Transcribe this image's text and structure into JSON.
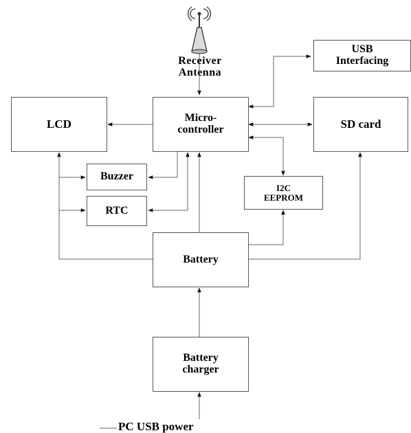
{
  "blocks": {
    "antenna": {
      "line1": "Receiver",
      "line2": "Antenna"
    },
    "usb": {
      "line1": "USB",
      "line2": "Interfacing"
    },
    "lcd": {
      "line1": "LCD"
    },
    "micro": {
      "line1": "Micro-",
      "line2": "controller"
    },
    "sdcard": {
      "line1": "SD card"
    },
    "buzzer": {
      "line1": "Buzzer"
    },
    "rtc": {
      "line1": "RTC"
    },
    "eeprom": {
      "line1": "I2C",
      "line2": "EEPROM"
    },
    "battery": {
      "line1": "Battery"
    },
    "charger": {
      "line1": "Battery",
      "line2": "charger"
    },
    "pc_usb_power": {
      "line1": "PC USB power"
    }
  },
  "colors": {
    "line": "#555555",
    "arrow": "#111111",
    "text": "#000000"
  }
}
